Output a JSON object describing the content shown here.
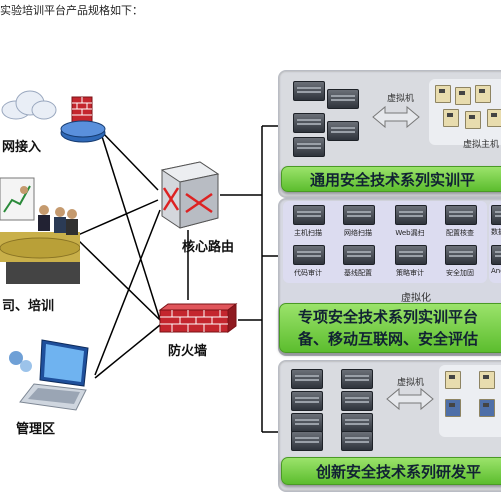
{
  "heading": "实验培训平台产品规格如下：",
  "labels": {
    "internet": "网接入",
    "training": "司、培训",
    "management": "管理区",
    "core_router": "核心路由",
    "firewall": "防火墙"
  },
  "panel1": {
    "virtual_machine": "虚拟机",
    "virtual_host": "虚拟主机",
    "banner": "通用安全技术系列实训平"
  },
  "panel2": {
    "tiles": [
      "主机扫描",
      "网络扫描",
      "Web漏扫",
      "配置核查",
      "代码审计",
      "基线配置",
      "策略审计",
      "安全加固"
    ],
    "extra_tiles": [
      "数据",
      "Andr"
    ],
    "virtualization": "虚拟化",
    "banner_line1": "专项安全技术系列实训平台",
    "banner_line2": "备、移动互联网、安全评估"
  },
  "panel3": {
    "virtual_machine": "虚拟机",
    "banner": "创新安全技术系列研发平"
  },
  "colors": {
    "banner_green": "#6cc93b",
    "panel_gray": "#d9dbe0",
    "panel2_lilac": "#dcdcf0",
    "firewall_red": "#c4262e",
    "line_black": "#000000"
  }
}
